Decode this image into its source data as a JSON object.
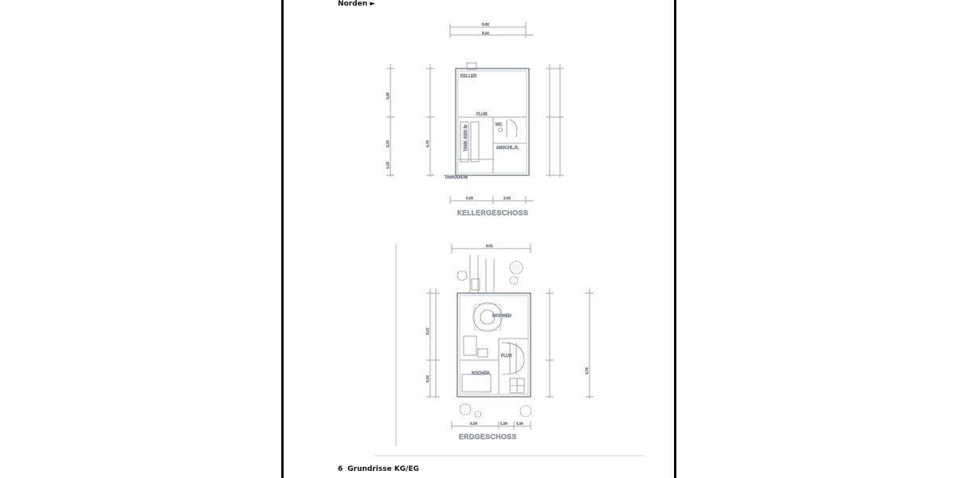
{
  "header": {
    "north_label": "Norden ►"
  },
  "caption": {
    "number": "6",
    "text": "Grundrisse KG/EG"
  },
  "plans": {
    "basement": {
      "title": "KELLERGESCHOSS",
      "rooms": {
        "keller": "KELLER",
        "flur": "FLUR",
        "wc": "WC",
        "anschl": "ANSCHL.R."
      },
      "notes": {
        "tank": "TANK 4000 ltr",
        "tankraum": "TANKRAUM"
      },
      "dims": {
        "top": "5.52",
        "top_b": "5.24",
        "bottom_a": "3.15",
        "bottom_b": "2.02",
        "side_a": "4.26",
        "side_b": "2.16",
        "side_c": "4.76",
        "side_d": "1.15"
      }
    },
    "ground": {
      "title": "ERDGESCHOSS",
      "rooms": {
        "wohnen": "WOHNEN",
        "kochen": "KOCHEN",
        "flur": "FLUR"
      },
      "dims": {
        "top": "5.51",
        "bottom_a": "3.15",
        "bottom_b": "1.26",
        "bottom_c": "1.26",
        "side_a": "5.17",
        "side_b": "3.10",
        "side_c": "4.76"
      }
    }
  },
  "colors": {
    "ink": "#111111",
    "drawing": "#8a8f99",
    "frame": "#000000"
  }
}
